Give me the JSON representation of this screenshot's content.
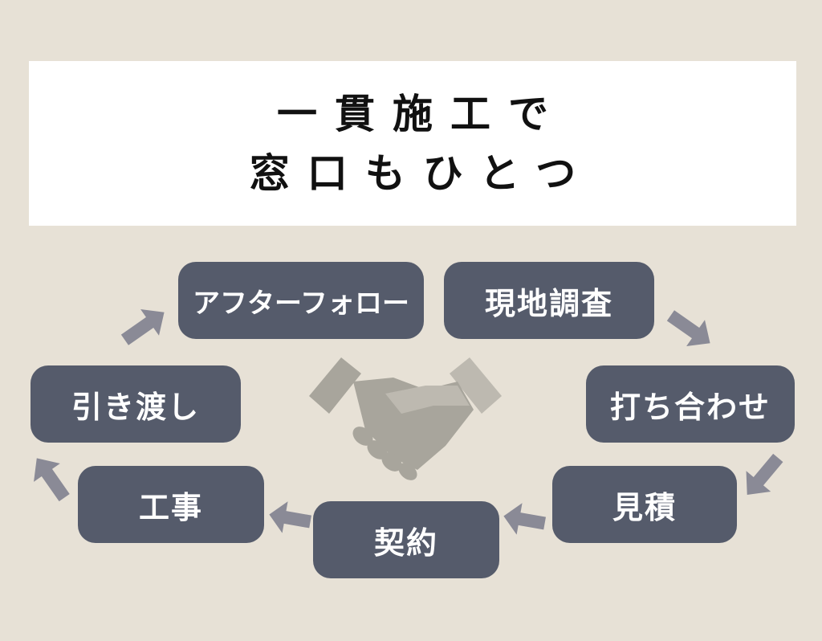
{
  "title": {
    "line1": "一貫施工で",
    "line2": "窓口もひとつ"
  },
  "steps": [
    {
      "label": "現地調査"
    },
    {
      "label": "打ち合わせ"
    },
    {
      "label": "見積"
    },
    {
      "label": "契約"
    },
    {
      "label": "工事"
    },
    {
      "label": "引き渡し"
    },
    {
      "label": "アフターフォロー"
    }
  ],
  "colors": {
    "background": "#e7e1d6",
    "box": "#555b6b",
    "arrow": "#8a8a96",
    "handshake": "#a8a59c"
  }
}
